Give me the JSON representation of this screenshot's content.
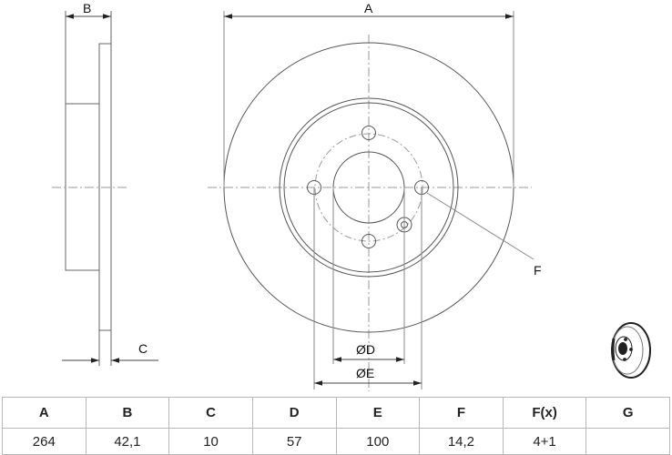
{
  "drawing": {
    "labels": {
      "A": "A",
      "B": "B",
      "C": "C",
      "D": "ØD",
      "E": "ØE",
      "F": "F"
    }
  },
  "table": {
    "headers": [
      "A",
      "B",
      "C",
      "D",
      "E",
      "F",
      "F(x)",
      "G"
    ],
    "values": [
      "264",
      "42,1",
      "10",
      "57",
      "100",
      "14,2",
      "4+1",
      ""
    ]
  },
  "colors": {
    "line": "#555555",
    "centerline": "#9a9a9a",
    "table_border": "#b8b8b8"
  }
}
